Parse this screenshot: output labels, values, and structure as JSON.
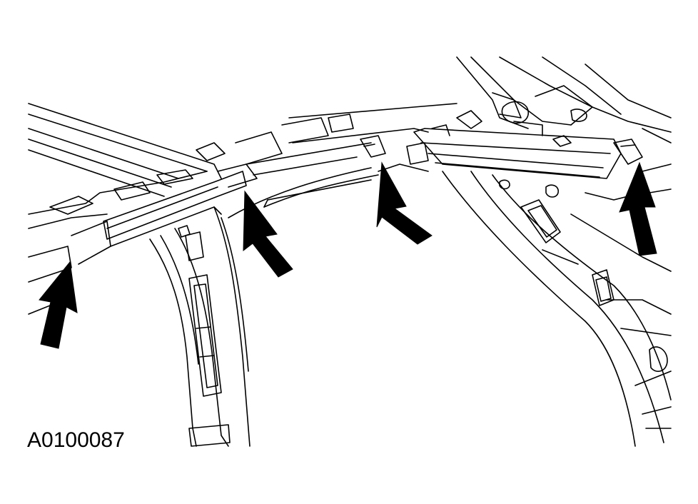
{
  "figure": {
    "reference_code": "A0100087",
    "callouts": [
      {
        "name": "arrow-front-left-clip",
        "icon": "arrow-up-icon"
      },
      {
        "name": "arrow-a-pillar-clip",
        "icon": "arrow-up-icon"
      },
      {
        "name": "arrow-roof-rail-center-clip",
        "icon": "arrow-up-icon"
      },
      {
        "name": "arrow-rear-clip",
        "icon": "arrow-up-icon"
      }
    ],
    "colors": {
      "line": "#000000",
      "background": "#ffffff"
    }
  }
}
